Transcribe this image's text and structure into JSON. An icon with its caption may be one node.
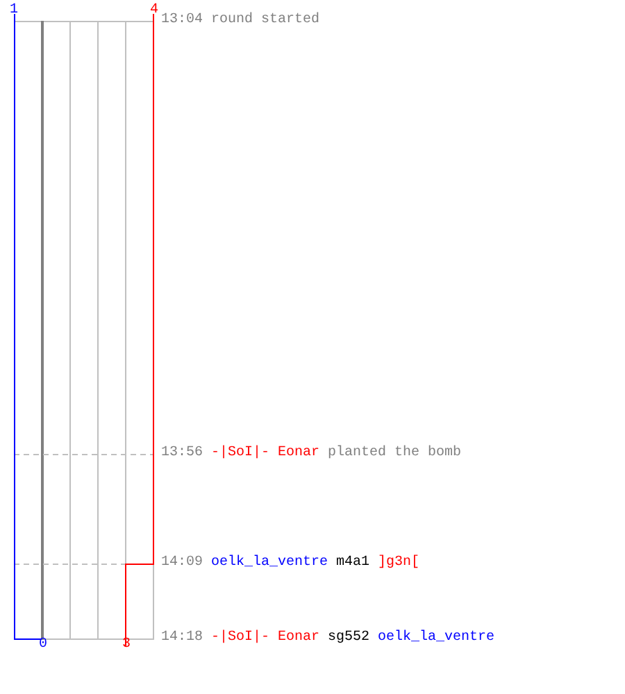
{
  "diagram": {
    "labels": [
      "1",
      "4",
      "13:04 round started",
      "13:56",
      "-|SoI|- Eonar",
      "planted the bomb",
      "14:09",
      "oelk_la_ventre",
      "m4a1",
      "]g3n[",
      "14:18",
      "-|SoI|- Eonar",
      "sg552",
      "oelk_la_ventre",
      "0",
      "3"
    ]
  }
}
